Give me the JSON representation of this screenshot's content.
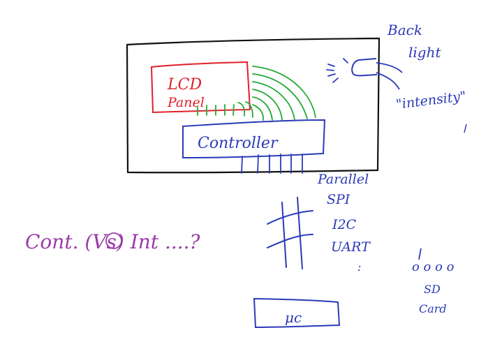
{
  "colors": {
    "black": "#111111",
    "red": "#e0202a",
    "green": "#22aa33",
    "blue": "#2a3ab8",
    "purple": "#9a3aa8"
  },
  "labels": {
    "lcd_line1": "LCD",
    "lcd_line2": "Panel",
    "controller": "Controller",
    "backlight_line1": "Back",
    "backlight_line2": "light",
    "intensity": "\"intensity\"",
    "parallel": "Parallel",
    "spi": "SPI",
    "i2c": "I2C",
    "uart": "UART",
    "ellipsis": ":",
    "comparison": "Cont. (Vs) Int ....?",
    "mc": "μc",
    "sd_pins": "o o o o",
    "sd_line1": "SD",
    "sd_line2": "Card"
  }
}
